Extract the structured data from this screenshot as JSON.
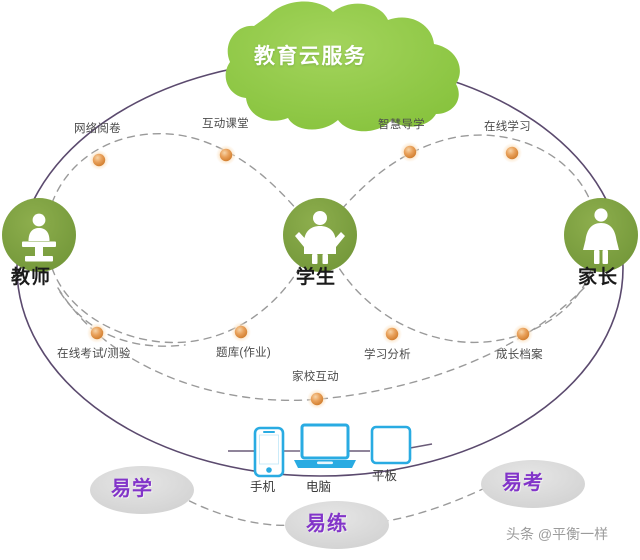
{
  "diagram": {
    "title": "教育云服务",
    "cloud": {
      "label": "教育云服务",
      "color": "#8CC63F"
    },
    "roles": [
      {
        "id": "teacher",
        "label": "教师",
        "icon": "teacher-podium-icon",
        "color": "#7A9E3C"
      },
      {
        "id": "student",
        "label": "学生",
        "icon": "child-figure-icon",
        "color": "#7A9E3C"
      },
      {
        "id": "parent",
        "label": "家长",
        "icon": "adult-figure-icon",
        "color": "#7A9E3C"
      }
    ],
    "nodes_top": [
      {
        "id": "online-marking",
        "label": "网络阅卷"
      },
      {
        "id": "interactive-class",
        "label": "互动课堂"
      },
      {
        "id": "smart-tutoring",
        "label": "智慧导学"
      },
      {
        "id": "online-learning",
        "label": "在线学习"
      }
    ],
    "nodes_bottom": [
      {
        "id": "online-exam",
        "label": "在线考试/测验"
      },
      {
        "id": "question-bank",
        "label": "题库(作业)"
      },
      {
        "id": "learning-analytics",
        "label": "学习分析"
      },
      {
        "id": "growth-portfolio",
        "label": "成长档案"
      }
    ],
    "nodes_center": [
      {
        "id": "home-school",
        "label": "家校互动"
      }
    ],
    "node_color": "#E8963C",
    "devices": [
      {
        "id": "phone",
        "label": "手机",
        "icon": "smartphone-icon"
      },
      {
        "id": "laptop",
        "label": "电脑",
        "icon": "laptop-icon"
      },
      {
        "id": "tablet",
        "label": "平板",
        "icon": "tablet-icon"
      }
    ],
    "device_color": "#29ABE2",
    "pills": [
      {
        "id": "easy-learn",
        "label": "易学"
      },
      {
        "id": "easy-practice",
        "label": "易练"
      },
      {
        "id": "easy-exam",
        "label": "易考"
      }
    ],
    "pill_fill": "#DCDCDC",
    "pill_text_color": "#8234C9",
    "outer_ellipse_color": "#5B4A6E",
    "dashed_color": "#9A9A9A",
    "watermark": "头条 @平衡一样"
  }
}
